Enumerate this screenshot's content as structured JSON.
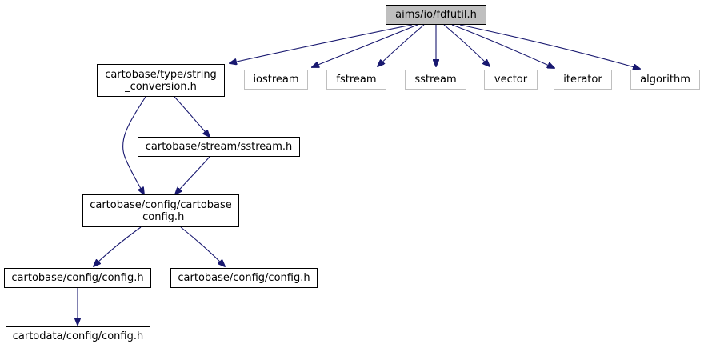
{
  "nodes": {
    "root": "aims/io/fdfutil.h",
    "string_conversion": "cartobase/type/string\n_conversion.h",
    "iostream": "iostream",
    "fstream": "fstream",
    "sstream": "sstream",
    "vector": "vector",
    "iterator": "iterator",
    "algorithm": "algorithm",
    "stream_sstream": "cartobase/stream/sstream.h",
    "cartobase_config": "cartobase/config/cartobase\n_config.h",
    "config_left": "cartobase/config/config.h",
    "config_right": "cartobase/config/config.h",
    "cartodata_config": "cartodata/config/config.h"
  },
  "colors": {
    "edge": "#191970",
    "root_fill": "#bfbfbf",
    "gray_border": "#bfbfbf"
  }
}
